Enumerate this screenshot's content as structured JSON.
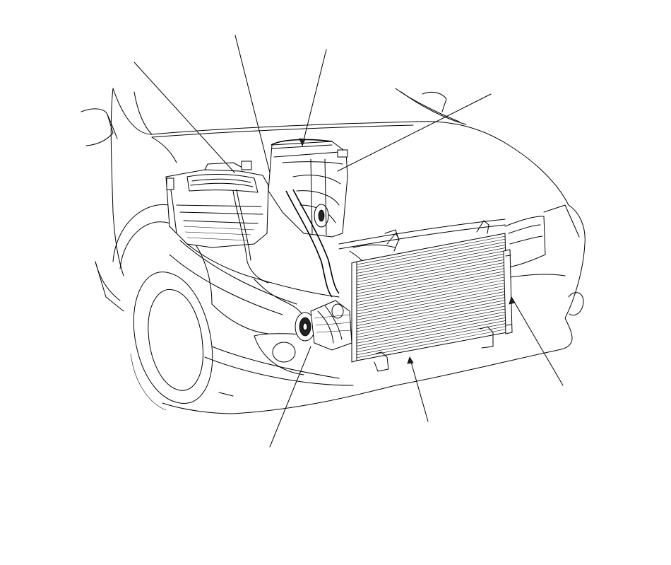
{
  "diagram": {
    "callouts": [
      {
        "id": "heater-unit"
      },
      {
        "id": "evaporator-expansion-valve"
      },
      {
        "id": "blower-unit"
      },
      {
        "id": "ac-filter-duct"
      },
      {
        "id": "compressor"
      },
      {
        "id": "condenser"
      },
      {
        "id": "receiver-dryer"
      }
    ]
  }
}
